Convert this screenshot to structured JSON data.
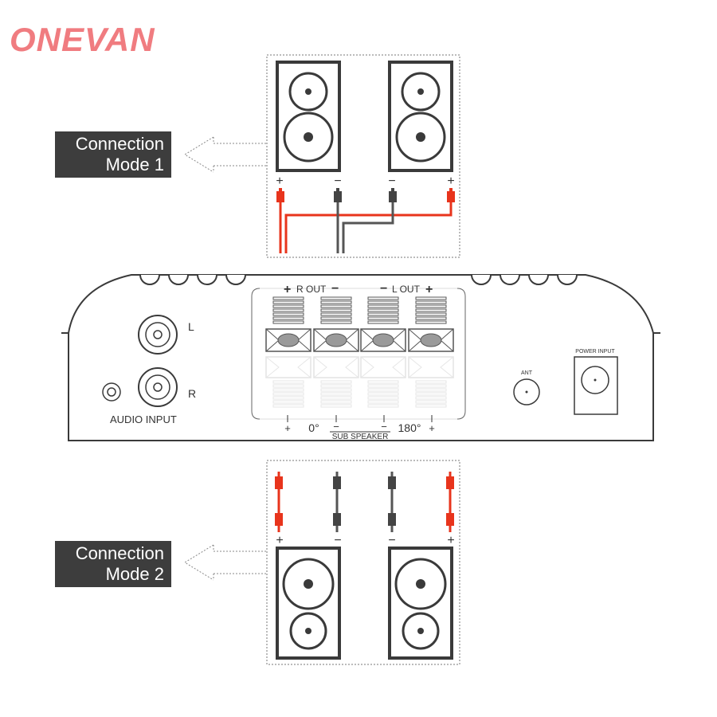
{
  "brand": "ONEVAN",
  "modes": [
    {
      "line1": "Connection",
      "line2": "Mode 1"
    },
    {
      "line1": "Connection",
      "line2": "Mode 2"
    }
  ],
  "terminals": {
    "plus": "+",
    "minus": "−"
  },
  "amp": {
    "r_out": "R OUT",
    "l_out": "L OUT",
    "input_l": "L",
    "input_r": "R",
    "audio_input": "AUDIO INPUT",
    "ant": "ANT",
    "power_input": "POWER INPUT",
    "phase_0": "0°",
    "phase_180": "180°",
    "sub_speaker": "SUB SPEAKER"
  },
  "colors": {
    "positive_wire": "#e8341c",
    "negative_wire": "#555555",
    "outline": "#3a3a3a",
    "label_bg": "#3d3d3d",
    "brand": "#f07c80"
  }
}
